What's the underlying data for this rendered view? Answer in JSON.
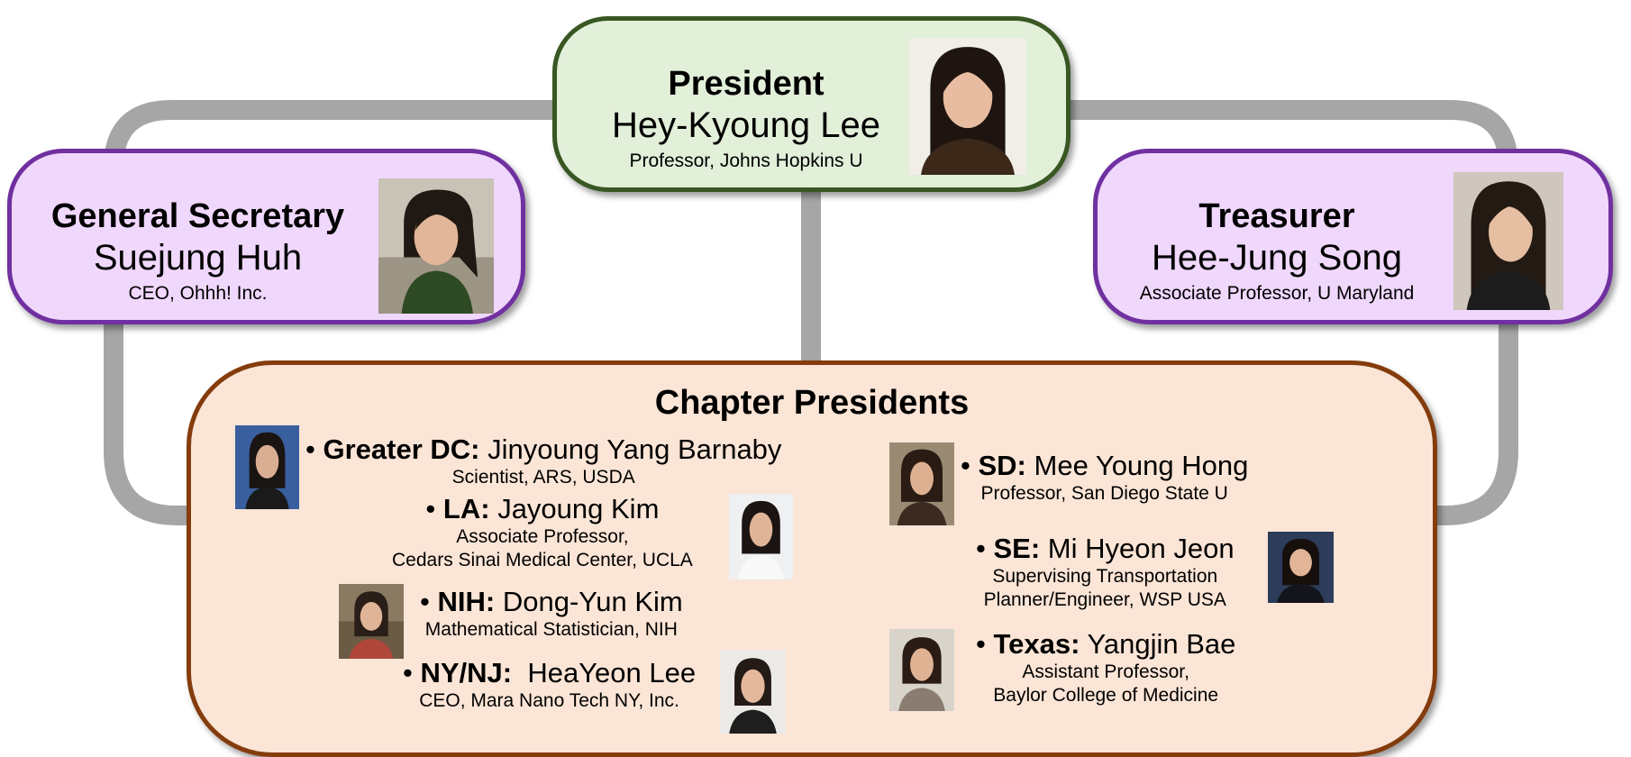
{
  "colors": {
    "connector": "#a6a6a6",
    "president_fill": "#e2efd9",
    "president_border": "#385723",
    "officer_fill": "#f0d7fc",
    "officer_border": "#7030a0",
    "chapter_fill": "#fbe5d6",
    "chapter_border": "#843c0c"
  },
  "president": {
    "role": "President",
    "name": "Hey-Kyoung Lee",
    "affiliation": "Professor, Johns Hopkins U",
    "photo": "portrait-photo"
  },
  "general_secretary": {
    "role": "General Secretary",
    "name": "Suejung Huh",
    "affiliation": "CEO, Ohhh! Inc.",
    "photo": "portrait-photo"
  },
  "treasurer": {
    "role": "Treasurer",
    "name": "Hee-Jung Song",
    "affiliation": "Associate Professor, U Maryland",
    "photo": "portrait-photo"
  },
  "chapter_presidents": {
    "title": "Chapter Presidents",
    "entries": [
      {
        "bullet": "•",
        "region": "Greater DC:",
        "name": "Jinyoung Yang Barnaby",
        "lines": [
          "Scientist, ARS, USDA"
        ]
      },
      {
        "bullet": "•",
        "region": "LA:",
        "name": "Jayoung Kim",
        "lines": [
          "Associate Professor,",
          "Cedars Sinai Medical Center, UCLA"
        ]
      },
      {
        "bullet": "•",
        "region": "NIH:",
        "name": "Dong-Yun Kim",
        "lines": [
          "Mathematical Statistician, NIH"
        ]
      },
      {
        "bullet": "•",
        "region": "NY/NJ:",
        "name": "HeaYeon Lee",
        "lines": [
          "CEO, Mara Nano Tech NY, Inc."
        ]
      },
      {
        "bullet": "•",
        "region": "SD:",
        "name": "Mee Young Hong",
        "lines": [
          "Professor, San Diego State U"
        ]
      },
      {
        "bullet": "•",
        "region": "SE:",
        "name": "Mi Hyeon Jeon",
        "lines": [
          "Supervising Transportation",
          "Planner/Engineer, WSP USA"
        ]
      },
      {
        "bullet": "•",
        "region": "Texas:",
        "name": "Yangjin Bae",
        "lines": [
          "Assistant Professor,",
          "Baylor College of Medicine"
        ]
      }
    ]
  }
}
